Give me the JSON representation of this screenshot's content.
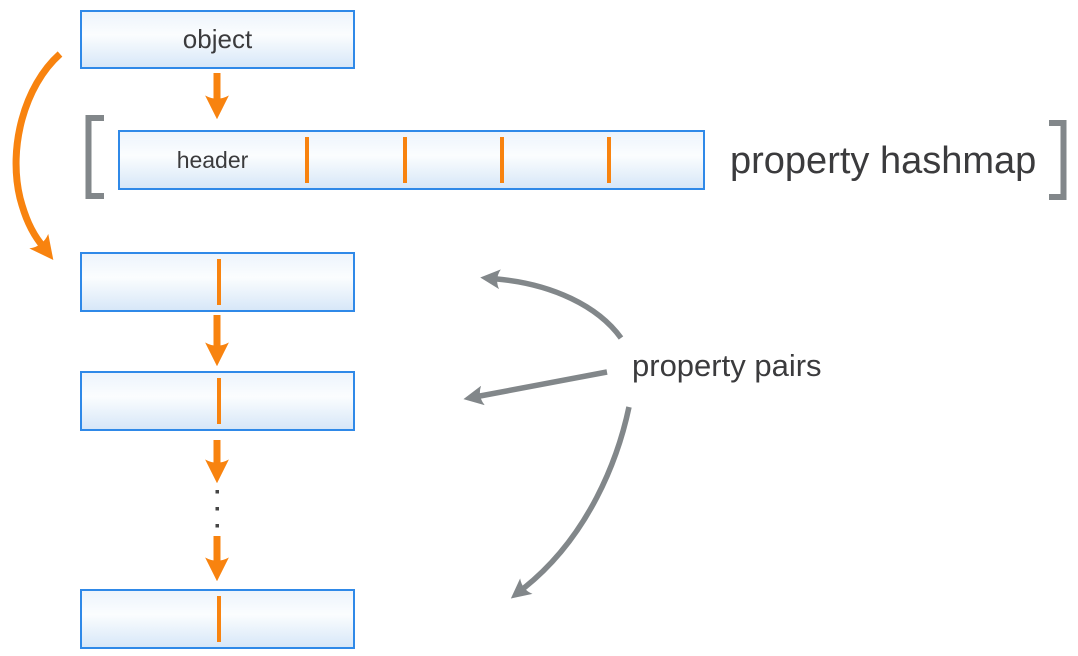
{
  "nodes": {
    "object": {
      "label": "object"
    },
    "header": {
      "label": "header"
    }
  },
  "annotations": {
    "property_hashmap": "property hashmap",
    "property_pairs": "property pairs"
  },
  "structure": {
    "header_cells": 5,
    "property_pair_boxes": 3,
    "cells_per_pair_box": 2,
    "ellipsis_dot_count": 3
  },
  "colors": {
    "accent_orange": "#f8830f",
    "box_border_blue": "#2f89e8",
    "box_fill_top": "#edf4fc",
    "box_fill_mid": "#fbfdfe",
    "box_fill_bottom": "#d7e7f8",
    "annotation_gray": "#82878a",
    "text_dark": "#3b3b3d"
  }
}
